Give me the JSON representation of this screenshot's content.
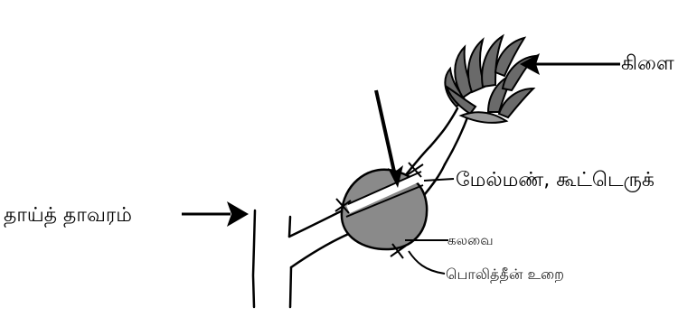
{
  "labels": {
    "shoot": "கிளை",
    "moss_soil": "மேல்மண், கூட்டெருக்",
    "mother_plant": "தாய்த் தாவரம்",
    "mixture": "கலவை",
    "polythene": "பொலித்தீன் உறை"
  }
}
